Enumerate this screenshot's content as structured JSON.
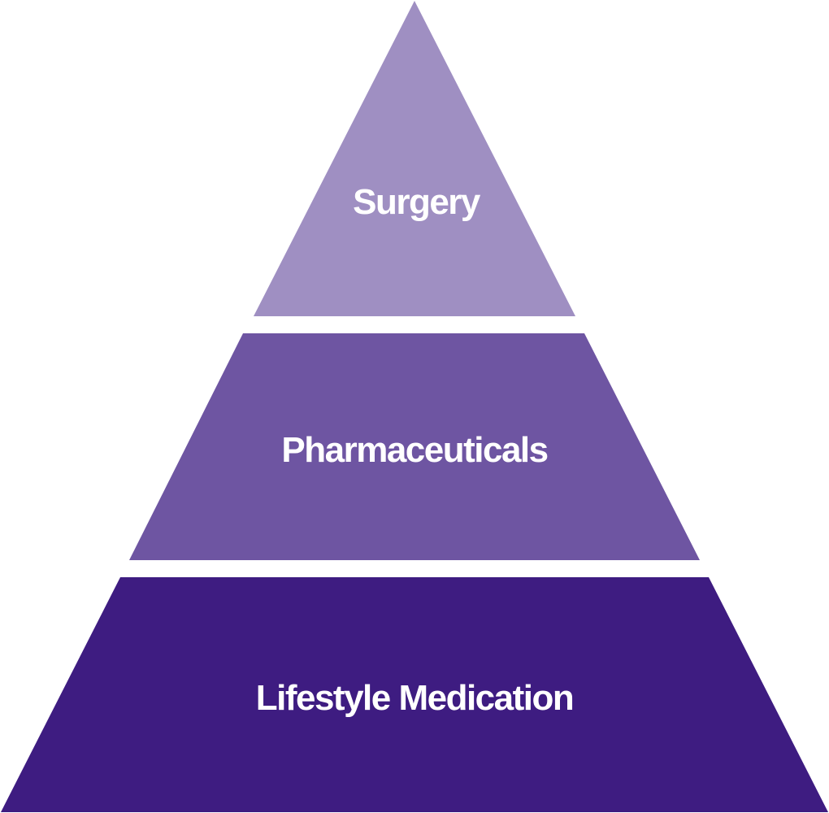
{
  "pyramid": {
    "tiers": [
      {
        "label": "Surgery",
        "color": "#9f8fc2"
      },
      {
        "label": "Pharmaceuticals",
        "color": "#6e55a2"
      },
      {
        "label": "Lifestyle Medication",
        "color": "#3e1c81"
      }
    ]
  }
}
